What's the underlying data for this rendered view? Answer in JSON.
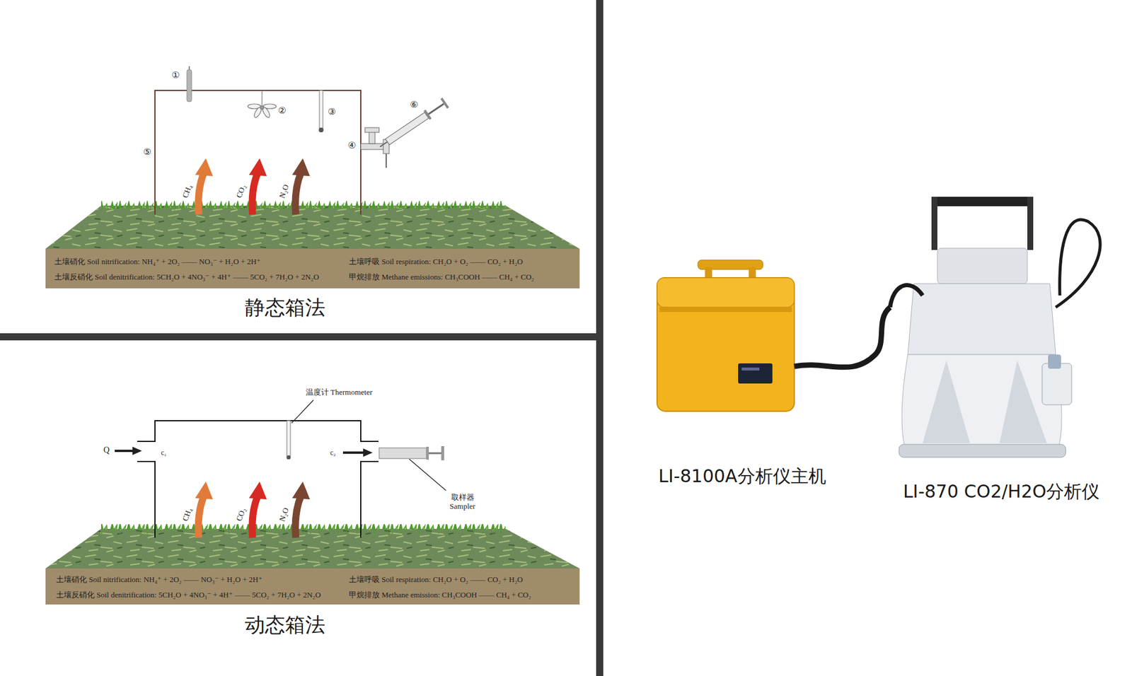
{
  "diagram": {
    "nodes": [
      {
        "text": [
          "土壤硝化 Soil nitrification: NH₄⁺ + 2O₂ —— NO₃⁻ + H₂O + 2H⁺",
          "土壤呼吸 Soil respiration: CH₂O + O₂ —— CO₂ + H₂O",
          "土壤反硝化 Soil denitrification: 5CH₂O + 4NO₃⁻ + 4H⁺ —— 5CO₂ + 7H₂O + 2N₂O",
          "甲烷排放 Methane emissions: CH₃COOH —— CH₄ + CO₂"
        ]
      },
      {
        "text": [
          "土壤硝化 Soil nitrification: NH₄⁺ + 2O₂ —— NO₃⁻ + H₂O + 2H⁺",
          "土壤呼吸 Soil respiration: CH₂O + O₂ —— CO₂ + H₂O",
          "土壤反硝化 Soil denitrification: 5CH₂O + 4NO₃⁻ + 4H⁺ —— 5CO₂ + 7H₂O + 2N₂O",
          "甲烷排放 Methane emission: CH₃COOH —— CH₄ + CO₂"
        ]
      }
    ],
    "labels": [
      "①",
      "②",
      "③",
      "④",
      "⑤",
      "⑥",
      "CH₄",
      "CO₂",
      "N₂O",
      "静态箱法",
      "温度计 Thermometer",
      "Q",
      "c₁",
      "c₂",
      "取样器 Sampler",
      "CH₄",
      "CO₂",
      "N₂O",
      "动态箱法",
      "LI-8100A分析仪主机",
      "LI-870 CO2/H2O分析仪"
    ]
  }
}
